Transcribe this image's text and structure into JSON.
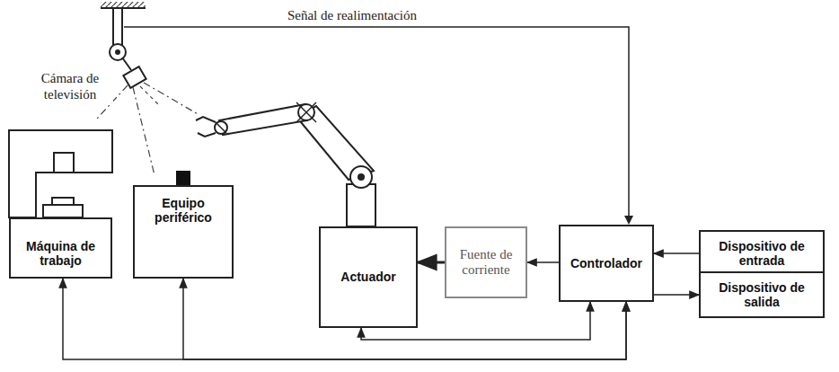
{
  "diagram": {
    "nodes": [
      {
        "text": [
          "Máquina de trabajo"
        ]
      },
      {
        "text": [
          "Equipo periférico"
        ]
      },
      {
        "text": [
          "Actuador"
        ]
      },
      {
        "text": [
          "Fuente de corriente"
        ]
      },
      {
        "text": [
          "Controlador"
        ]
      },
      {
        "text": [
          "Dispositivo de entrada"
        ]
      },
      {
        "text": [
          "Dispositivo de salida"
        ]
      }
    ],
    "edges": [
      {
        "from": 3,
        "to": 2,
        "arrow": "to"
      },
      {
        "from": 4,
        "to": 3,
        "arrow": "to"
      },
      {
        "from": 5,
        "to": 4,
        "arrow": "to"
      },
      {
        "from": 4,
        "to": 6,
        "arrow": "to"
      },
      {
        "from": 4,
        "to": 2,
        "arrow": "both"
      },
      {
        "from": 4,
        "to": 0,
        "arrow": "both"
      },
      {
        "from": 4,
        "to": 1,
        "arrow": "both"
      }
    ],
    "labels": [
      "Señal de realimentación",
      "Cámara de televisión"
    ]
  }
}
